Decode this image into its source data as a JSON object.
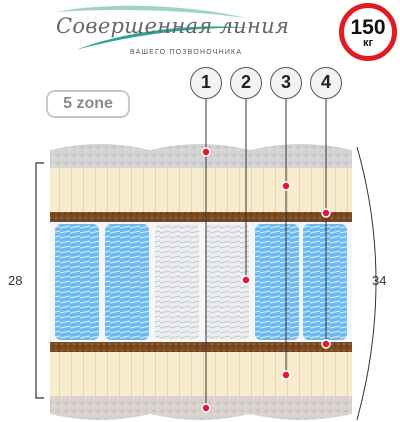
{
  "logo": {
    "script": "Совершенная линия",
    "subtitle": "ВАШЕГО ПОЗВОНОЧНИКА"
  },
  "badge": {
    "value": "150",
    "unit": "кг"
  },
  "zone_label": "5 zone",
  "markers": [
    "1",
    "2",
    "3",
    "4"
  ],
  "dimensions": {
    "core_height": "28",
    "total_height": "34"
  },
  "colors": {
    "badge_ring": "#e01b22",
    "coir": "#7a4a22",
    "latex": "#f7eccd",
    "blue_spring": "#5cb1ea",
    "white_spring": "#e9ecef",
    "fabric_top": "#cfcfcf",
    "fabric_bottom": "#d8d0cc",
    "marker_dot": "#e0163a"
  }
}
